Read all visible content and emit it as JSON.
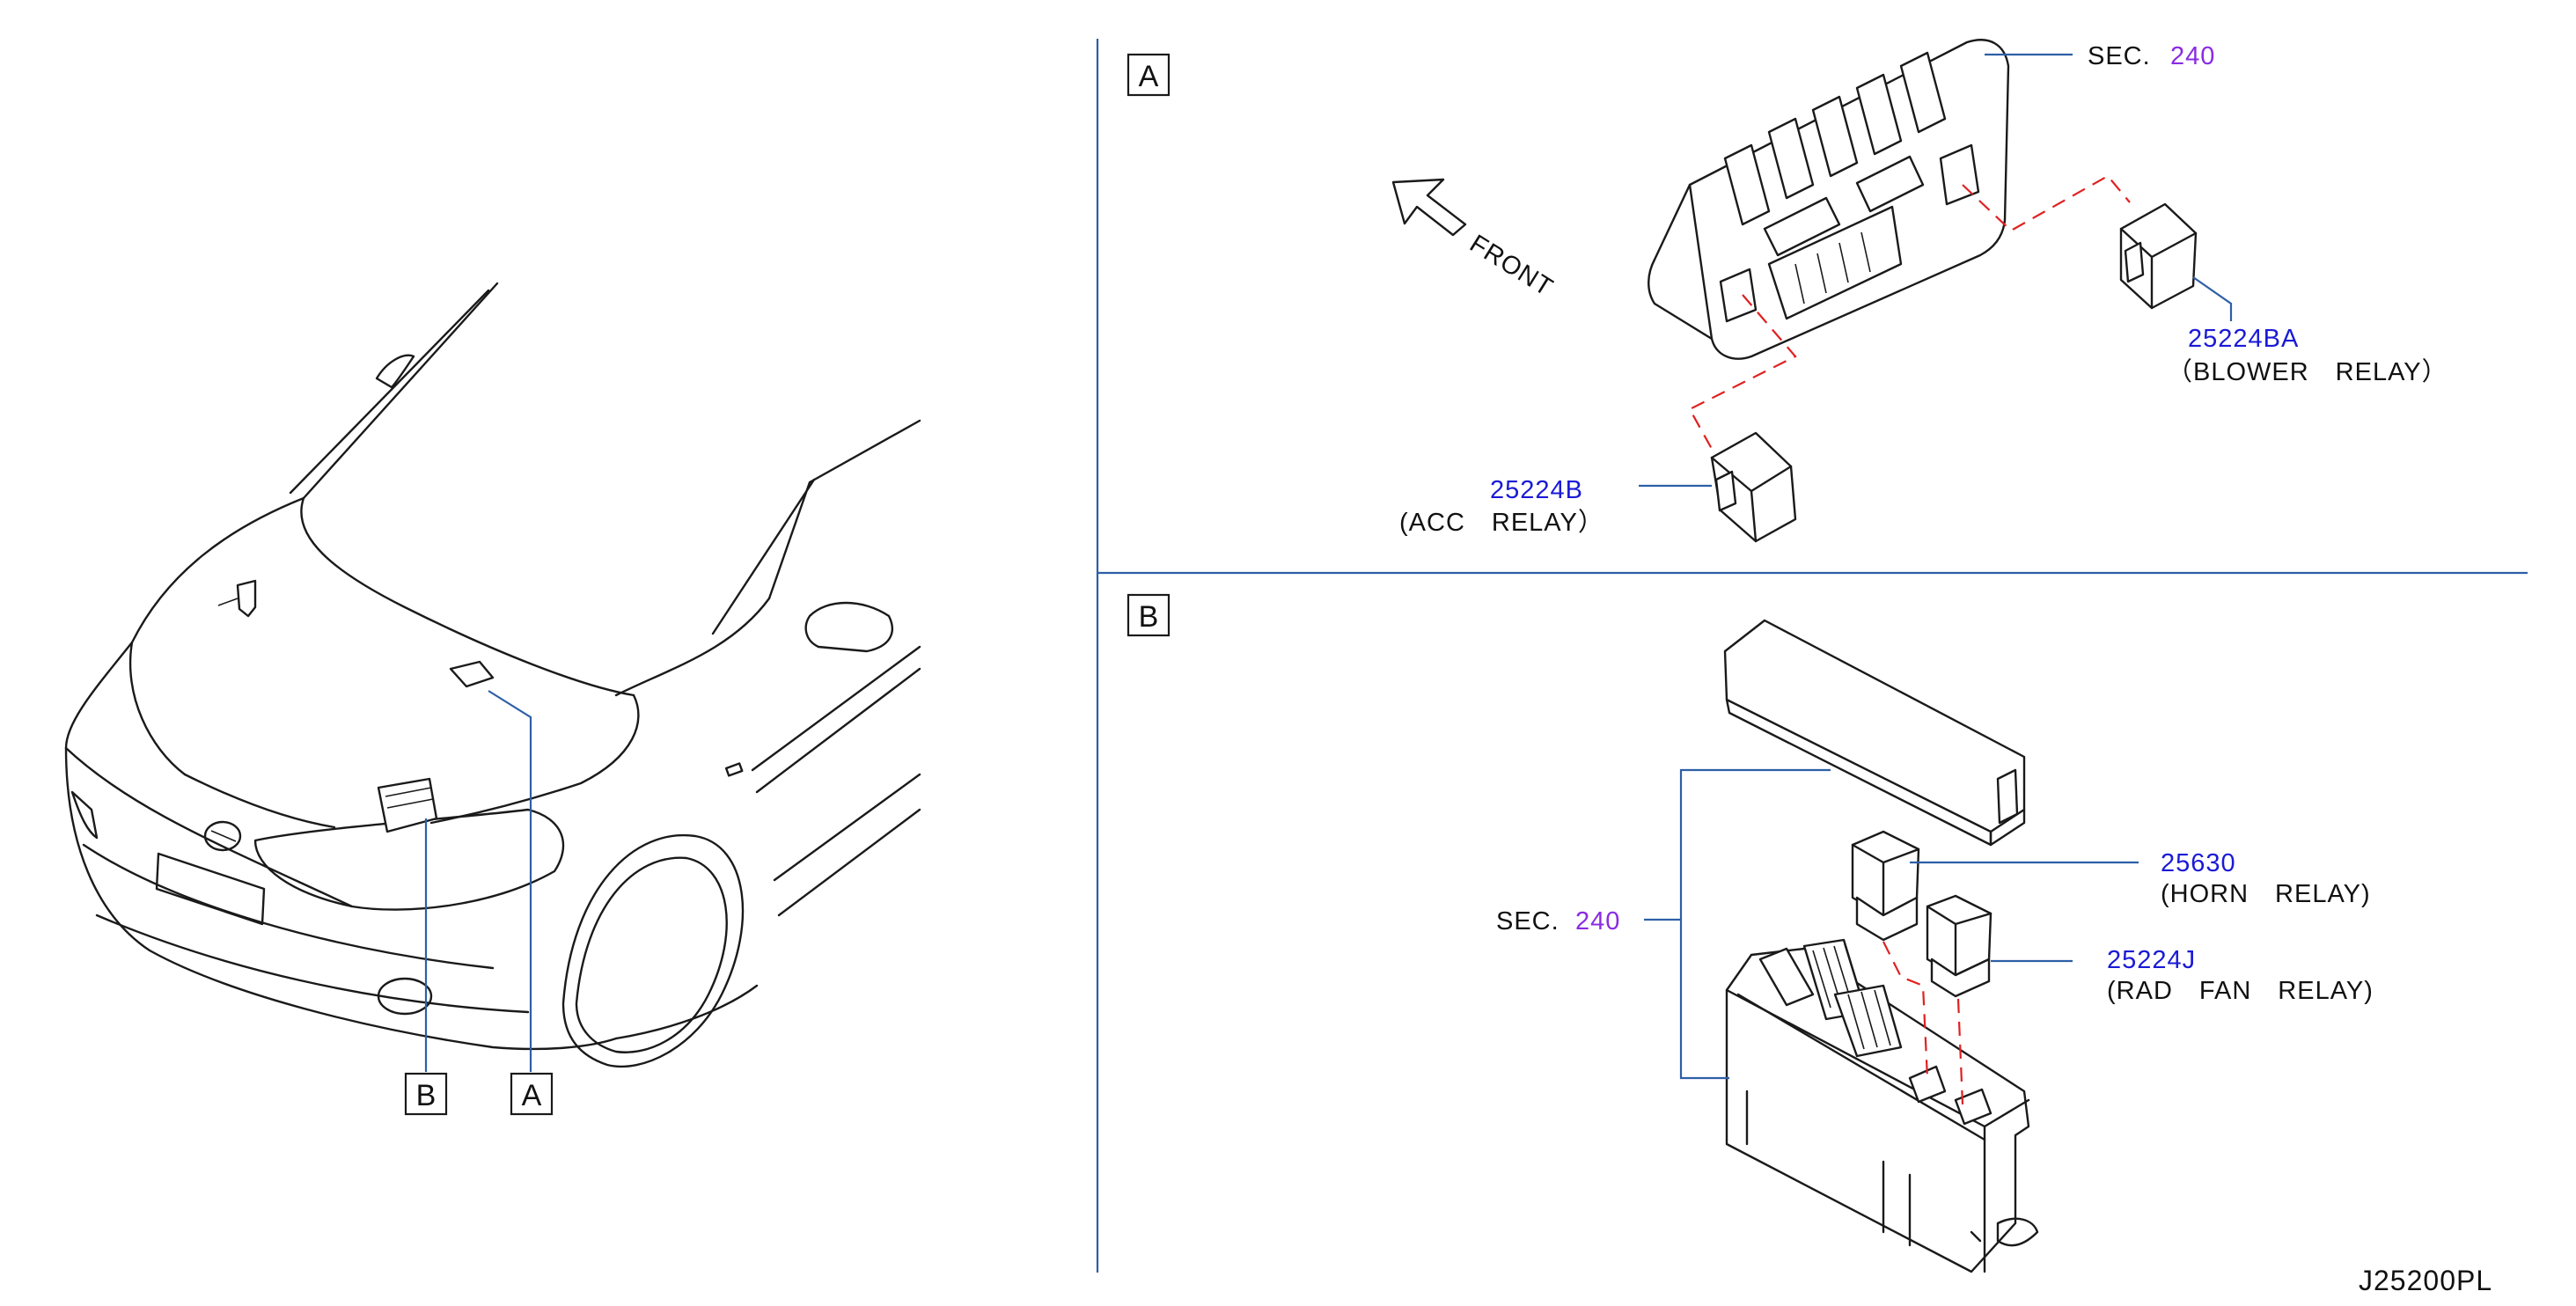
{
  "callouts": {
    "sec_a_label": "SEC.",
    "sec_a_number": "240",
    "blower_part": "25224BA",
    "blower_name": "（BLOWER　RELAY）",
    "acc_part": "25224B",
    "acc_name": "(ACC　RELAY）",
    "front_label": "FRONT",
    "sec_b_label": "SEC.",
    "sec_b_number": "240",
    "horn_part": "25630",
    "horn_name": "(HORN　RELAY)",
    "radfan_part": "25224J",
    "radfan_name": "(RAD　FAN　RELAY)"
  },
  "boxes": {
    "panel_a": "A",
    "panel_b": "B",
    "car_a": "A",
    "car_b": "B"
  },
  "diagram_code": "J25200PL",
  "colors": {
    "part_number": "#1a1ad6",
    "section_number": "#8a2be2",
    "leader": "#2d5fa6",
    "dashed_link": "#e02020"
  }
}
